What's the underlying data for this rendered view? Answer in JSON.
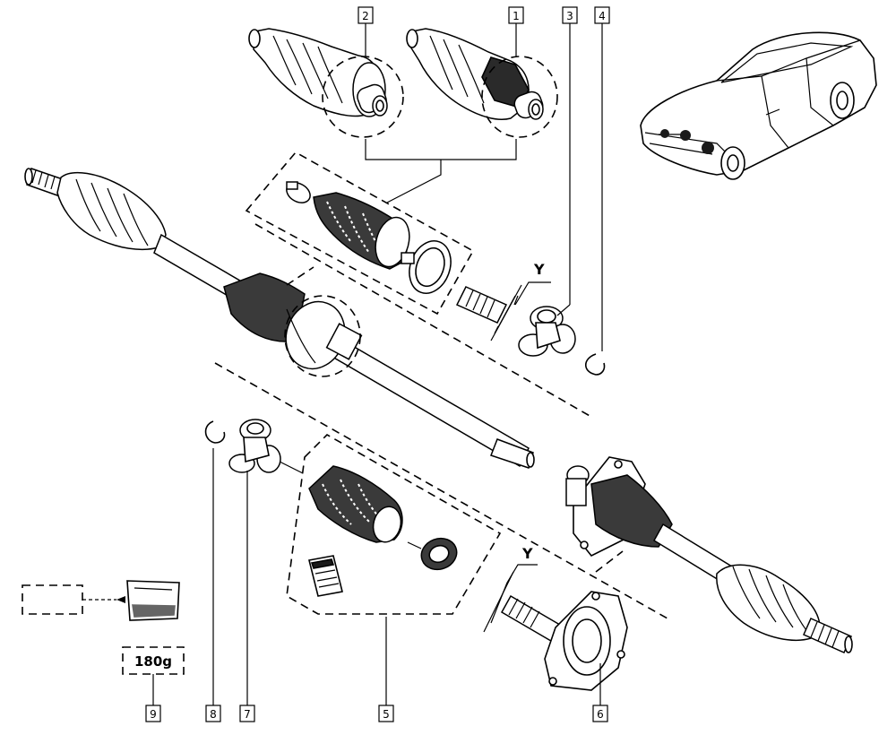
{
  "diagram": {
    "callouts": [
      {
        "id": "c1",
        "label": "1"
      },
      {
        "id": "c2",
        "label": "2"
      },
      {
        "id": "c3",
        "label": "3"
      },
      {
        "id": "c4",
        "label": "4"
      },
      {
        "id": "c5",
        "label": "5"
      },
      {
        "id": "c6",
        "label": "6"
      },
      {
        "id": "c7",
        "label": "7"
      },
      {
        "id": "c8",
        "label": "8"
      },
      {
        "id": "c9",
        "label": "9"
      }
    ],
    "dimension_upper": "Y",
    "dimension_lower": "Y",
    "grease_quantity": "180g"
  }
}
